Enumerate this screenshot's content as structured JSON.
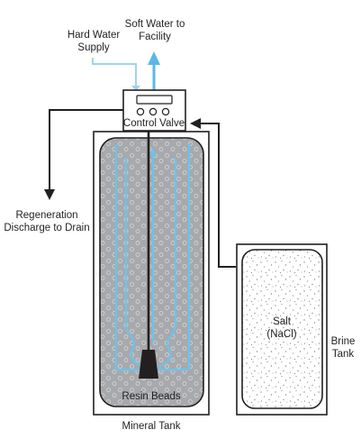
{
  "labels": {
    "hard_water_line1": "Hard Water",
    "hard_water_line2": "Supply",
    "soft_water_line1": "Soft Water to",
    "soft_water_line2": "Facility",
    "control_valve": "Control Valve",
    "regeneration_line1": "Regeneration",
    "regeneration_line2": "Discharge to Drain",
    "resin_beads": "Resin Beads",
    "mineral_tank": "Mineral Tank",
    "salt_line1": "Salt",
    "salt_line2": "(NaCl)",
    "brine_line1": "Brine",
    "brine_line2": "Tank"
  },
  "colors": {
    "outline": "#231f20",
    "resin_fill": "#a7a9ac",
    "water_flow": "#6cc3ec",
    "soft_water_arrow": "#5bb8e4",
    "hard_water_line": "#9fd3ee"
  }
}
